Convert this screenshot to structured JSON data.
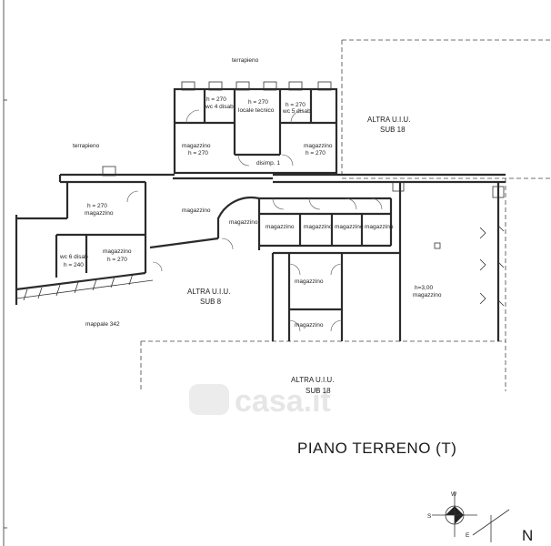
{
  "labels": {
    "terrapieno_top": "terrapieno",
    "terrapieno_left": "terrapieno",
    "wc4": "wc 4 disab",
    "h270_wc4": "h = 270",
    "h270_tec": "h = 270",
    "locale_tecnico": "locale tecnico",
    "h270_wc5": "h = 270",
    "wc5": "wc 5 disab",
    "altra_uiu_18": "ALTRA U.I.U.",
    "sub18_top": "SUB 18",
    "mag_left_upper": "magazzino",
    "h270_mag_left_upper": "h = 270",
    "mag_right_upper": "magazzino",
    "h270_mag_right_upper": "h = 270",
    "disimpegno": "disimp. 1",
    "h270_west": "h = 270",
    "mag_west": "magazzino",
    "mag_central": "magazzino",
    "mag_corridor": "magazzino",
    "mag_cell_1": "magazzino",
    "mag_cell_2": "magazzino",
    "mag_cell_3": "magazzino",
    "mag_cell_4": "magazzino",
    "wc6": "wc 6 disab",
    "h240": "h = 240",
    "mag_sw": "magazzino",
    "h270_sw": "h = 270",
    "altra_uiu_8": "ALTRA U.I.U.",
    "sub8": "SUB 8",
    "mag_mid_1": "magazzino",
    "mag_mid_2": "magazzino",
    "h300": "h=3,00",
    "mag_east": "magazzino",
    "mappale": "mappale 342",
    "altra_uiu_bottom": "ALTRA U.I.U.",
    "sub18_bottom": "SUB 18",
    "title": "PIANO TERRENO (T)",
    "watermark": "casa.it",
    "compass_w": "W",
    "compass_s": "S",
    "compass_e": "E",
    "compass_n": "N"
  },
  "colors": {
    "wall": "#2b2b2b",
    "text": "#222222",
    "watermark": "#e6e6e6"
  }
}
